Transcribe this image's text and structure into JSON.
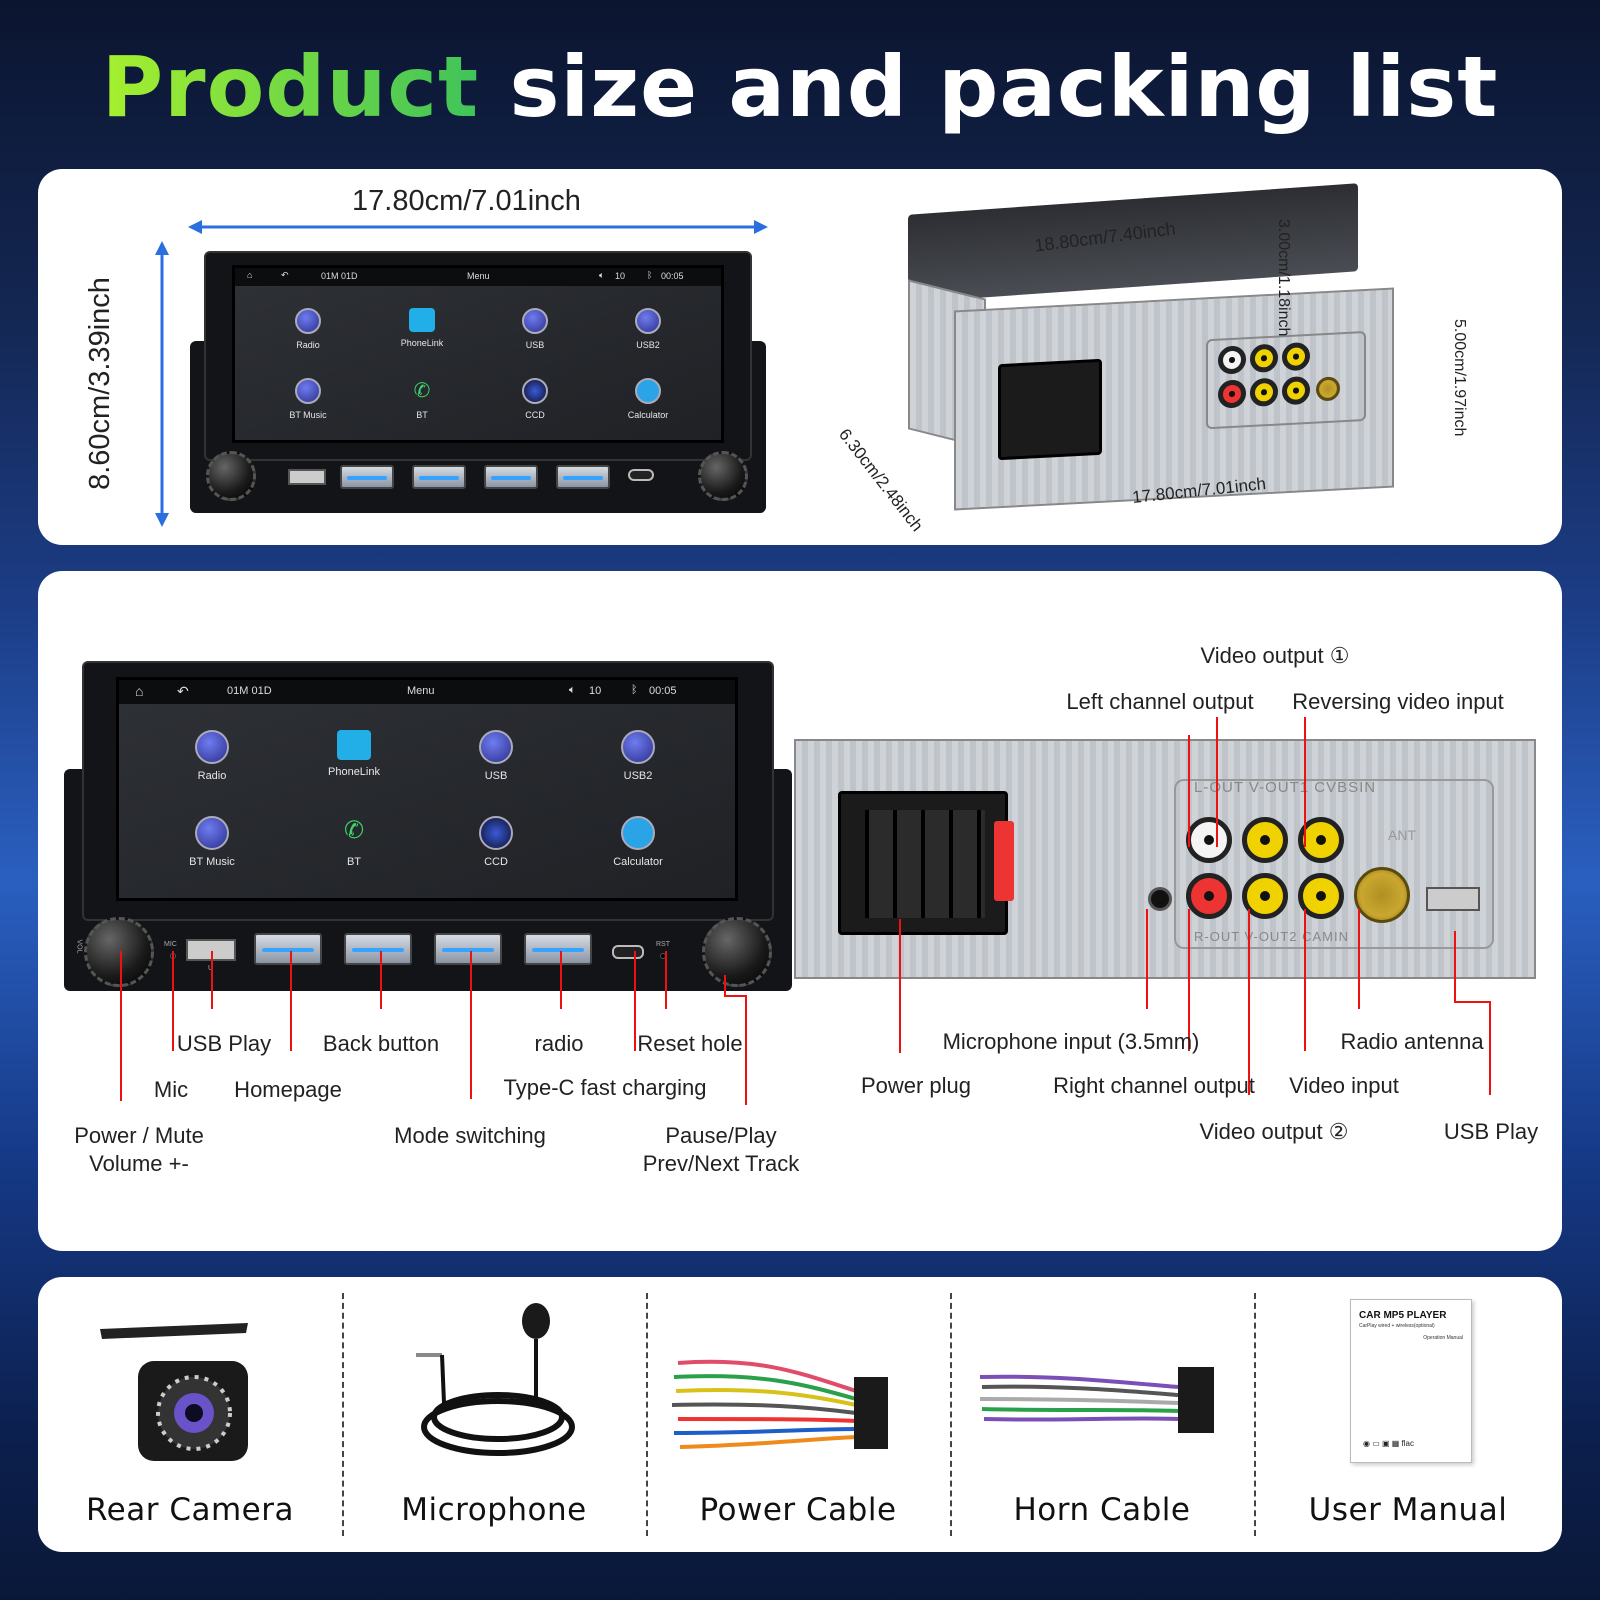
{
  "title": {
    "accent": "Product",
    "rest": "size and packing list"
  },
  "colors": {
    "accent_green": "#7fe030",
    "line_red": "#e11111",
    "arrow_blue": "#2a6fe0",
    "panel_bg": "#ffffff"
  },
  "screen": {
    "status": {
      "date": "01M 01D",
      "menu": "Menu",
      "volume": "10",
      "time": "00:05"
    },
    "apps": [
      {
        "name": "Radio",
        "icon": "radio-icon"
      },
      {
        "name": "PhoneLink",
        "icon": "phonelink-icon"
      },
      {
        "name": "USB",
        "icon": "usb-icon"
      },
      {
        "name": "USB2",
        "icon": "usb-icon"
      },
      {
        "name": "BT Music",
        "icon": "bluetooth-music-icon"
      },
      {
        "name": "BT",
        "icon": "phone-icon"
      },
      {
        "name": "CCD",
        "icon": "camera-icon"
      },
      {
        "name": "Calculator",
        "icon": "calculator-icon"
      }
    ],
    "panel_marks": {
      "mic": "MIC",
      "rst": "RST",
      "vol": "VOL",
      "u": "U"
    }
  },
  "dimensions": {
    "front_width": "17.80cm/7.01inch",
    "front_height": "8.60cm/3.39inch",
    "top_width": "18.80cm/7.40inch",
    "faceplate_height": "3.00cm/1.18inch",
    "body_height": "5.00cm/1.97inch",
    "depth": "6.30cm/2.48inch",
    "body_width": "17.80cm/7.01inch"
  },
  "front_labels": {
    "usb_play": "USB Play",
    "back_button": "Back button",
    "radio": "radio",
    "reset_hole": "Reset hole",
    "mic": "Mic",
    "homepage": "Homepage",
    "type_c": "Type-C fast charging",
    "power_mute": "Power / Mute",
    "volume": "Volume +-",
    "mode_switching": "Mode switching",
    "pause_play": "Pause/Play",
    "prev_next": "Prev/Next Track"
  },
  "rear_labels": {
    "video_output_1": "Video output ①",
    "left_channel": "Left channel output",
    "reversing_video": "Reversing video input",
    "microphone_input": "Microphone input (3.5mm)",
    "radio_antenna": "Radio antenna",
    "power_plug": "Power plug",
    "right_channel": "Right channel output",
    "video_input": "Video input",
    "video_output_2": "Video output ②",
    "usb_play": "USB Play"
  },
  "packing_list": [
    {
      "name": "Rear Camera",
      "icon": "rear-camera-icon"
    },
    {
      "name": "Microphone",
      "icon": "microphone-icon"
    },
    {
      "name": "Power Cable",
      "icon": "power-cable-icon"
    },
    {
      "name": "Horn Cable",
      "icon": "horn-cable-icon"
    },
    {
      "name": "User Manual",
      "icon": "user-manual-icon"
    }
  ],
  "manual": {
    "title": "CAR MP5 PLAYER",
    "subtitle": "CarPlay wired + wireless(optional)",
    "section": "Operation Manual",
    "badge": "flac"
  },
  "rear_print": {
    "top_row": "L-OUT V-OUT1 CVBSIN",
    "bottom_row": "R-OUT V-OUT2 CAMIN",
    "ant": "ANT"
  }
}
